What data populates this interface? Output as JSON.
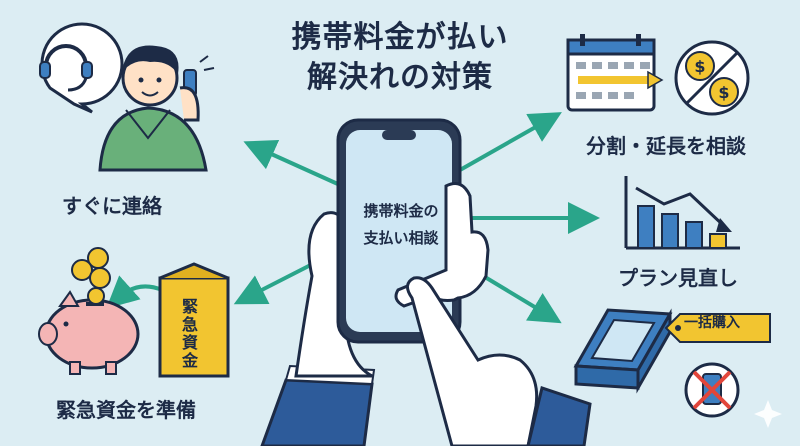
{
  "title": {
    "line1": "携帯料金が払い",
    "line2": "解決れの対策"
  },
  "center_phone": {
    "line1": "携帯料金の",
    "line2": "支払い相談"
  },
  "actions": {
    "contact": "すぐに連絡",
    "installment": "分割・延長を相談",
    "plan": "プラン見直し",
    "emergency": "緊急資金を準備"
  },
  "envelope_label": "緊急資金",
  "tag_label": "一括購入",
  "colors": {
    "background": "#dcedf3",
    "arrow": "#2aa58a",
    "navy": "#1d2b46",
    "yellow": "#f2c530",
    "blue_bar": "#3e7fc1",
    "pig": "#f4b5b5",
    "hoodie": "#69b07a",
    "red_x": "#e2463b"
  }
}
